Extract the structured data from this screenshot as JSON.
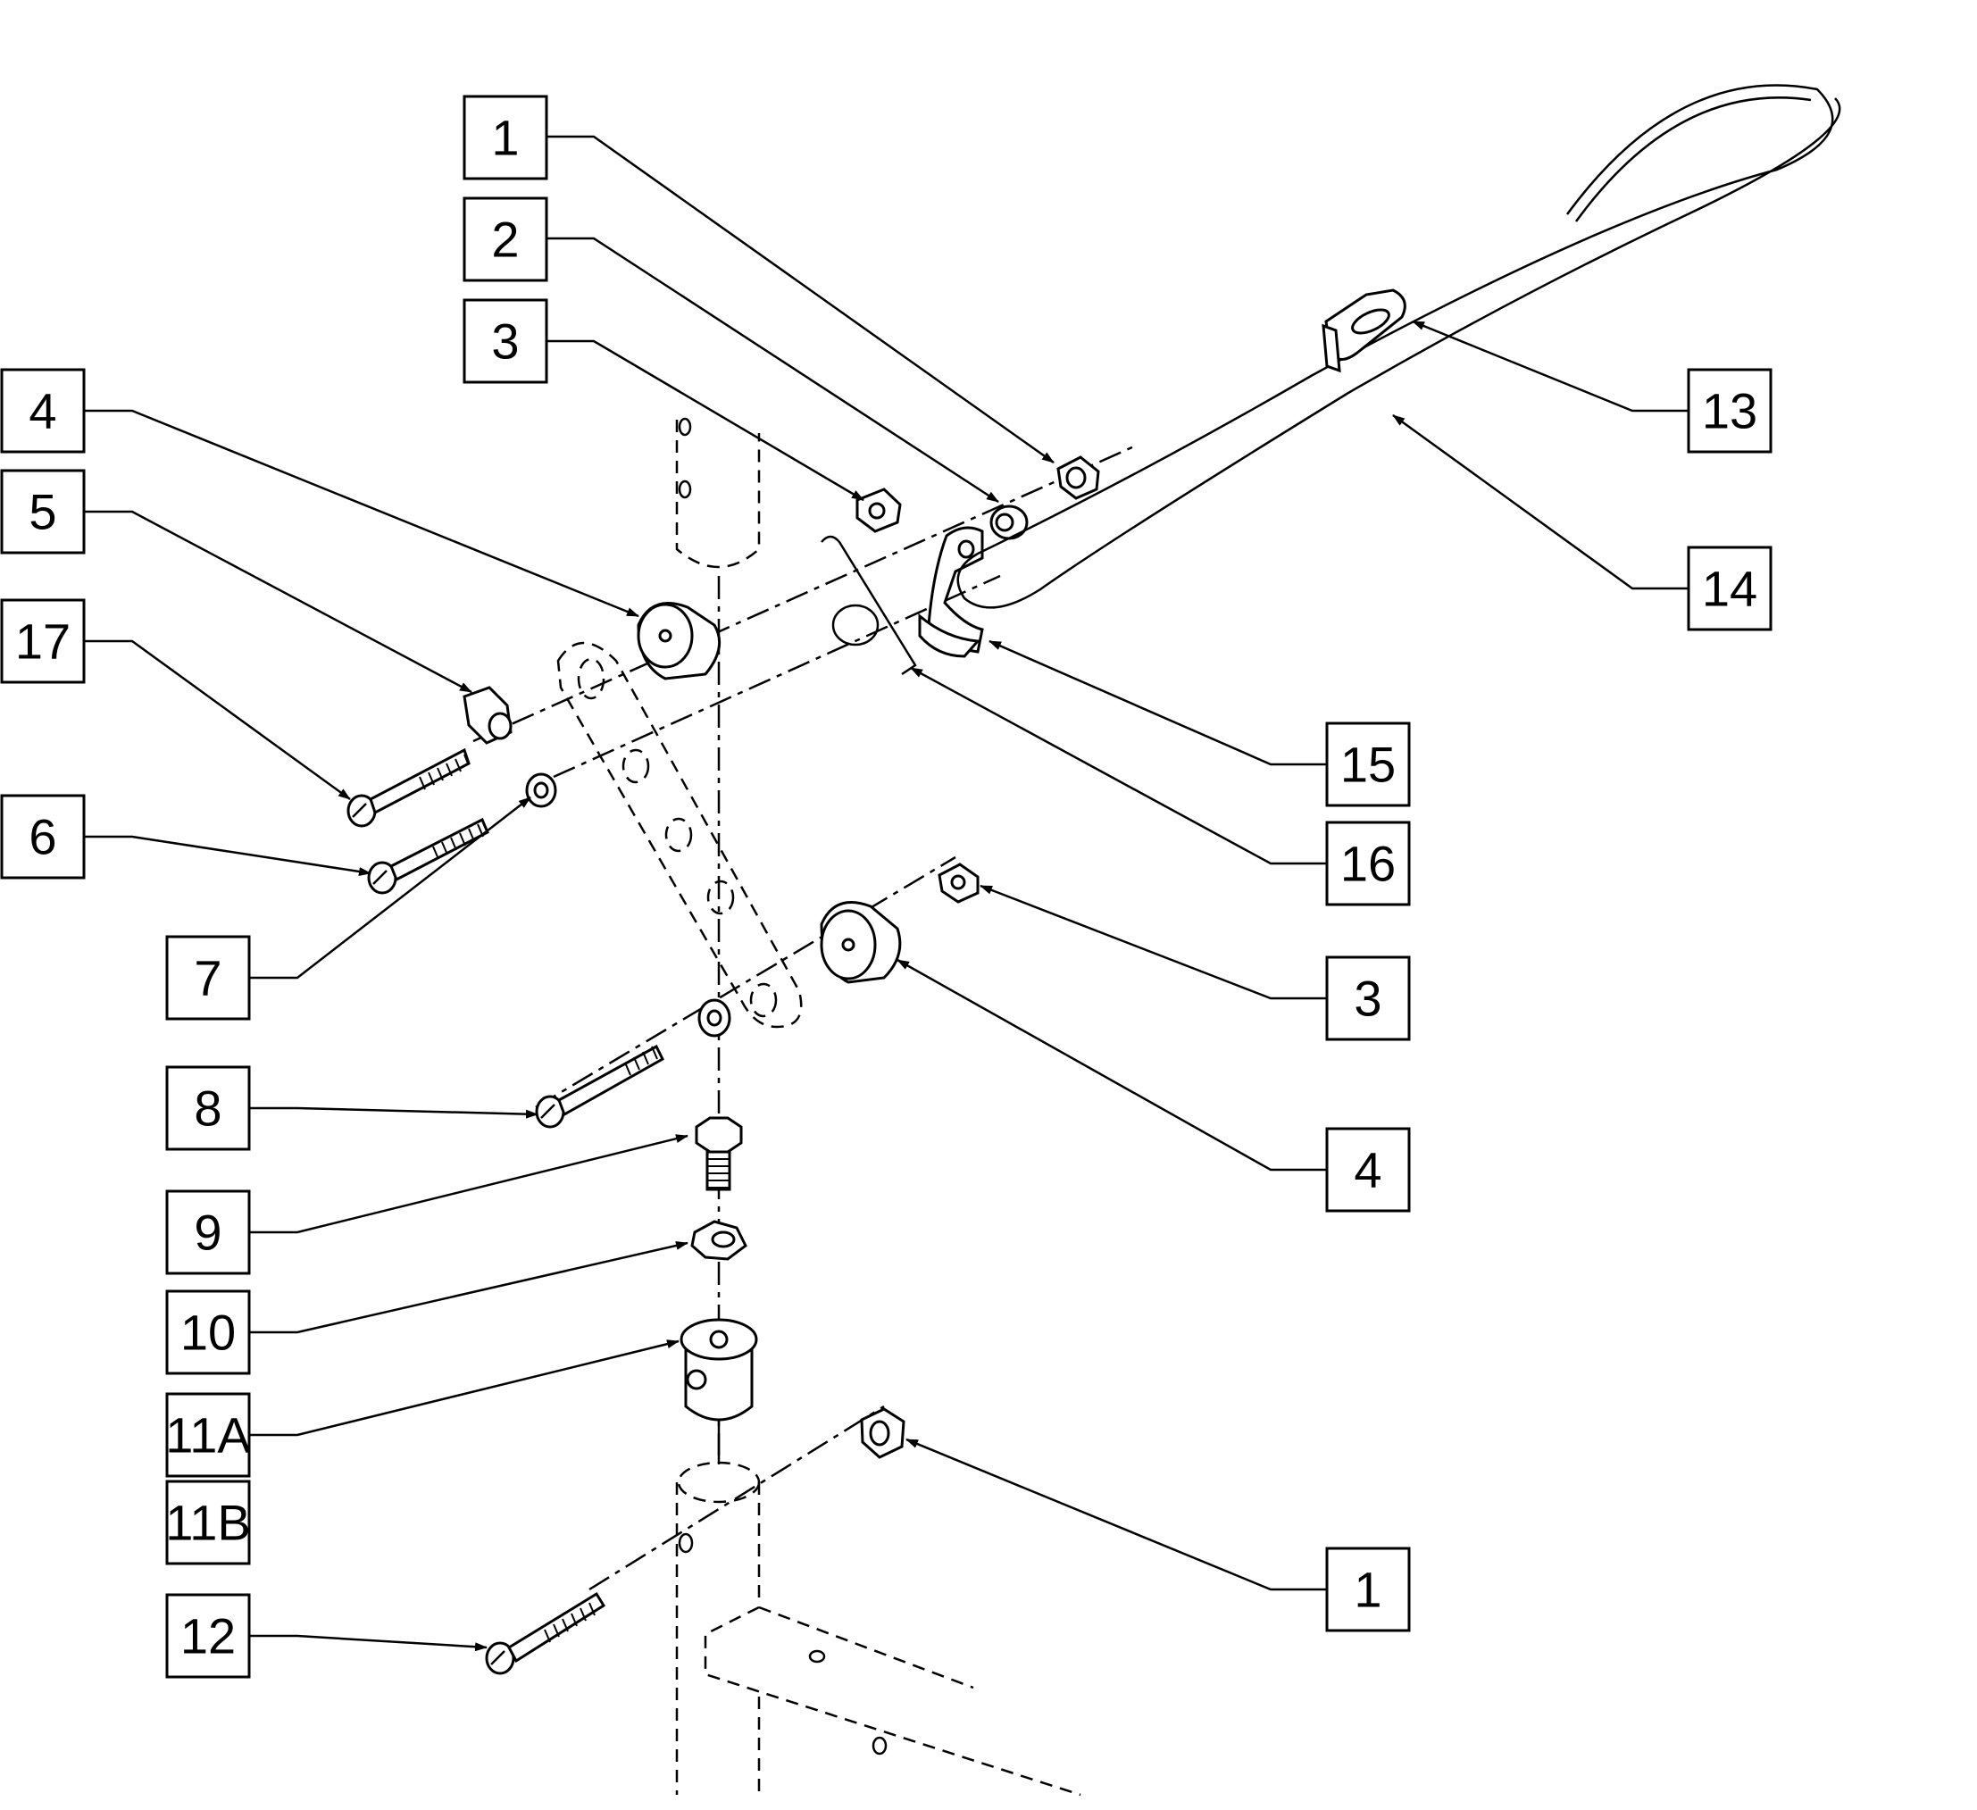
{
  "callouts": [
    {
      "id": "c1-top",
      "label": "1"
    },
    {
      "id": "c2",
      "label": "2"
    },
    {
      "id": "c3-top",
      "label": "3"
    },
    {
      "id": "c4-top",
      "label": "4"
    },
    {
      "id": "c5",
      "label": "5"
    },
    {
      "id": "c17",
      "label": "17"
    },
    {
      "id": "c6",
      "label": "6"
    },
    {
      "id": "c7",
      "label": "7"
    },
    {
      "id": "c8",
      "label": "8"
    },
    {
      "id": "c9",
      "label": "9"
    },
    {
      "id": "c10",
      "label": "10"
    },
    {
      "id": "c11a",
      "label": "11A"
    },
    {
      "id": "c11b",
      "label": "11B"
    },
    {
      "id": "c12",
      "label": "12"
    },
    {
      "id": "c13",
      "label": "13"
    },
    {
      "id": "c14",
      "label": "14"
    },
    {
      "id": "c15",
      "label": "15"
    },
    {
      "id": "c16",
      "label": "16"
    },
    {
      "id": "c3-right",
      "label": "3"
    },
    {
      "id": "c4-right",
      "label": "4"
    },
    {
      "id": "c1-bottom",
      "label": "1"
    }
  ]
}
